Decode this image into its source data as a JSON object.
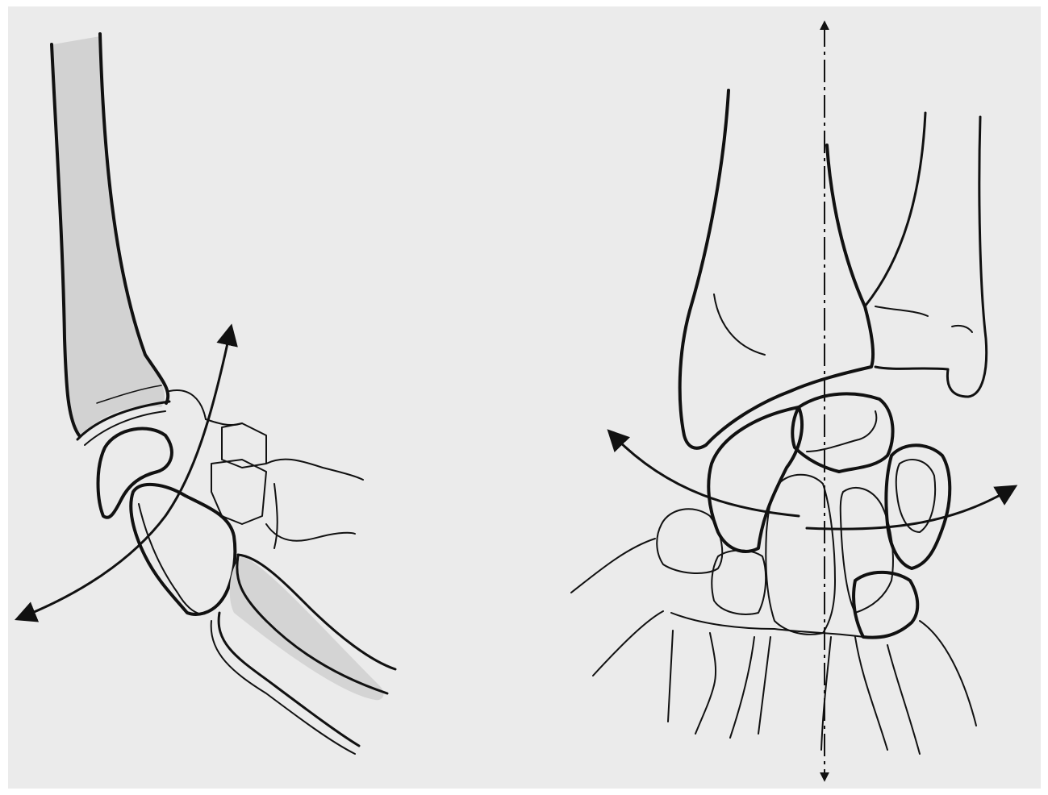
{
  "figure": {
    "paper_color": "#ebebeb",
    "ink_color": "#111111",
    "shading_color": "#cfcfcf",
    "panels": [
      {
        "view": "lateral",
        "arrow_count": 2
      },
      {
        "view": "frontal",
        "arrow_count": 2,
        "axis_line": "dashed"
      }
    ]
  }
}
